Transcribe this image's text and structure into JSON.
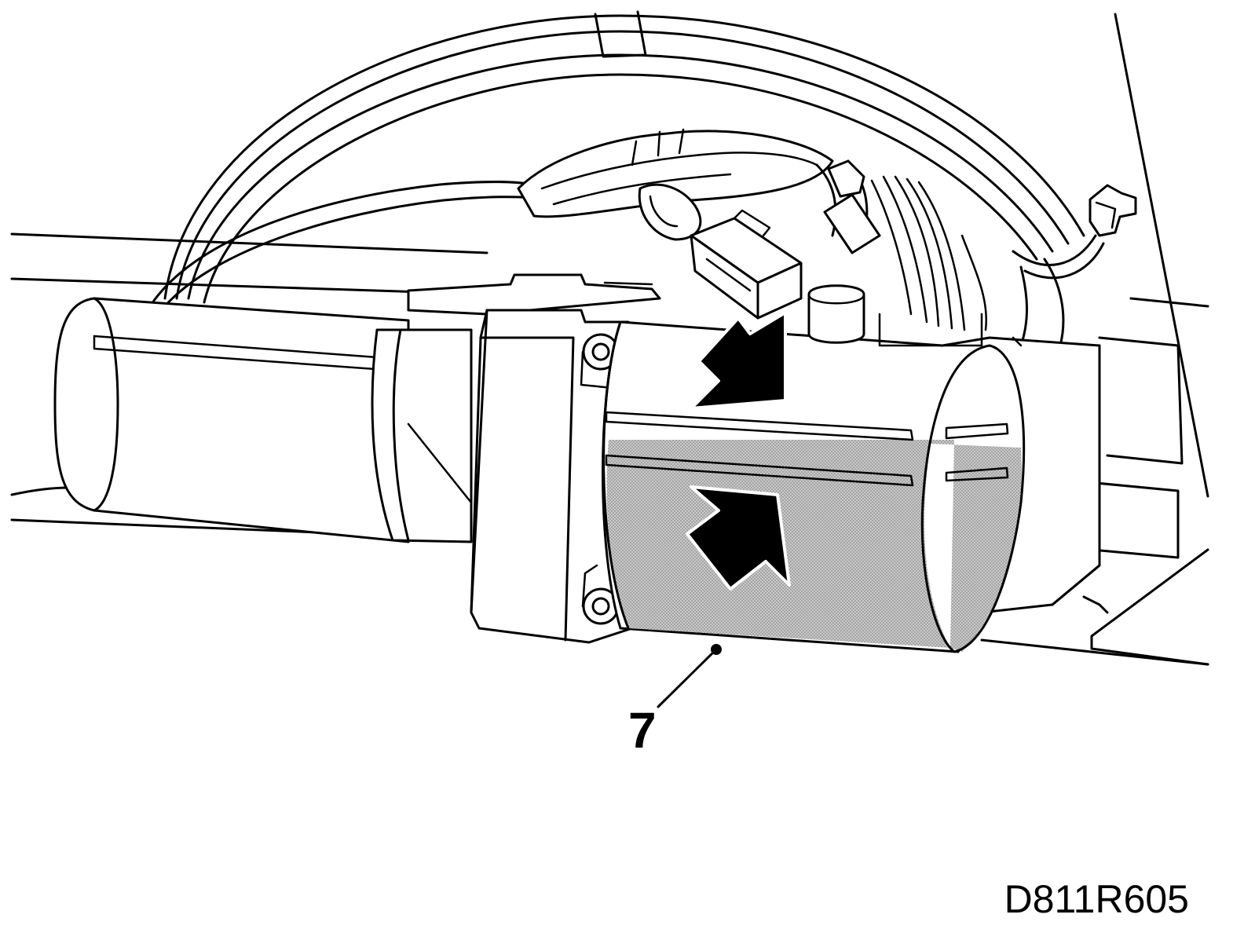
{
  "diagram": {
    "callouts": [
      {
        "id": "7",
        "label": "7"
      }
    ],
    "figure_code": "D811R605",
    "colors": {
      "line": "#000000",
      "background": "#ffffff",
      "highlight_shading": "#b0b0b0",
      "arrow_fill": "#000000"
    }
  }
}
